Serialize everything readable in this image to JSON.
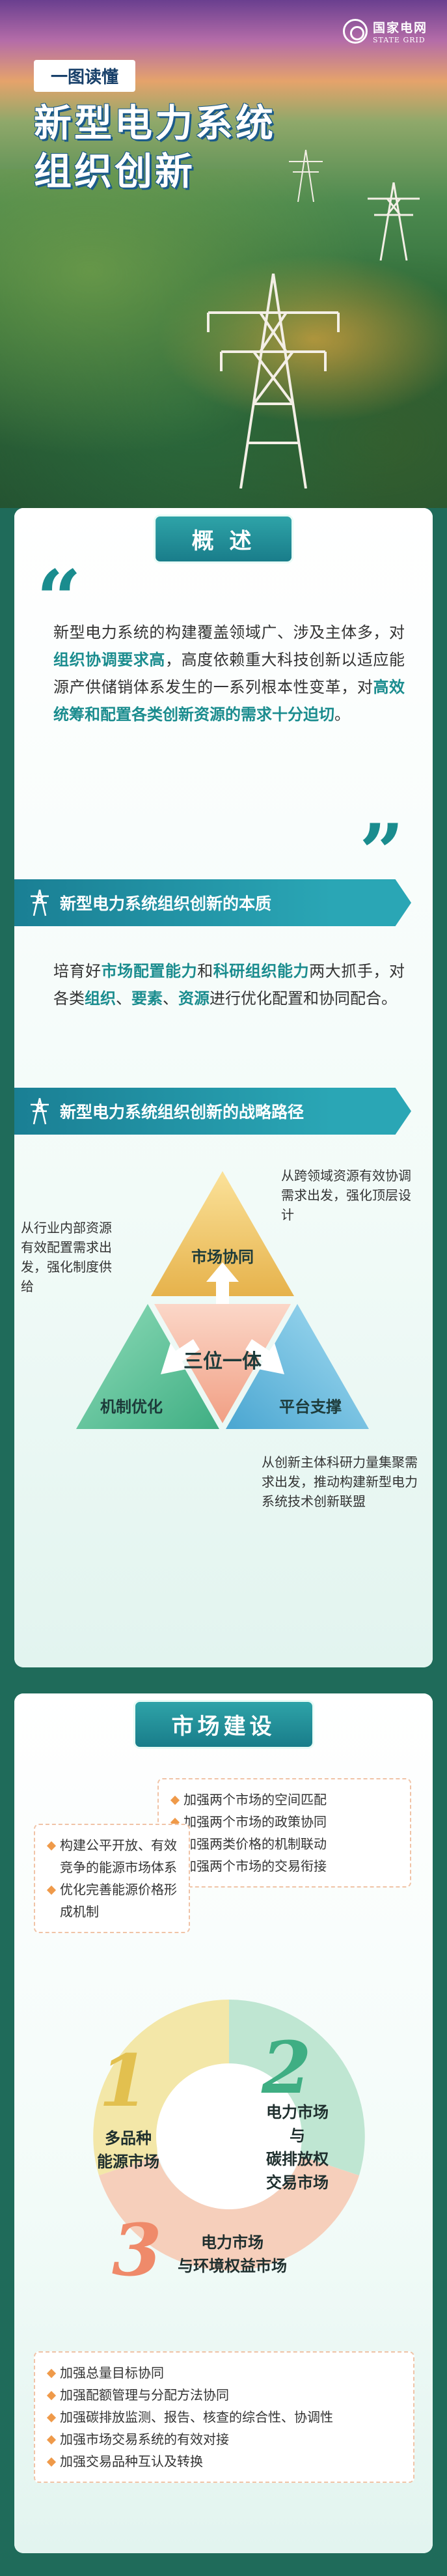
{
  "header": {
    "logo_cn": "国家电网",
    "logo_en": "STATE GRID",
    "tag": "一图读懂",
    "title_line1": "新型电力系统",
    "title_line2": "组织创新"
  },
  "overview": {
    "section_title": "概 述",
    "para_parts": [
      "新型电力系统的构建覆盖领域广、涉及主体多，对",
      "组织协调要求高",
      "，高度依赖重大科技创新以适应能源产供储销体系发生的一系列根本性变革，对",
      "高效统筹和配置各类创新资源的需求十分迫切",
      "。"
    ],
    "essence_banner": "新型电力系统组织创新的本质",
    "essence_parts": [
      "培育好",
      "市场配置能力",
      "和",
      "科研组织能力",
      "两大抓手，对各类",
      "组织",
      "、",
      "要素",
      "、",
      "资源",
      "进行优化配置和协同配合。"
    ],
    "path_banner": "新型电力系统组织创新的战略路径",
    "triad": {
      "center": "三位一体",
      "top": "市场协同",
      "left": "机制优化",
      "right": "平台支撑",
      "note_top": "从跨领域资源有效协调需求出发，强化顶层设计",
      "note_left": "从行业内部资源有效配置需求出发，强化制度供给",
      "note_right": "从创新主体科研力量集聚需求出发，推动构建新型电力系统技术创新联盟"
    }
  },
  "market": {
    "section_title": "市场建设",
    "box_left": [
      "构建公平开放、有效竞争的能源市场体系",
      "优化完善能源价格形成机制"
    ],
    "box_right": [
      "加强两个市场的空间匹配",
      "加强两个市场的政策协同",
      "加强两类价格的机制联动",
      "加强两个市场的交易衔接"
    ],
    "ring": {
      "n1": "1",
      "l1": "多品种\n能源市场",
      "n2": "2",
      "l2": "电力市场\n与\n碳排放权\n交易市场",
      "n3": "3",
      "l3": "电力市场\n与环境权益市场"
    },
    "box_bottom": [
      "加强总量目标协同",
      "加强配额管理与分配方法协同",
      "加强碳排放监测、报告、核查的综合性、协调性",
      "加强市场交易系统的有效对接",
      "加强交易品种互认及转换"
    ]
  },
  "colors": {
    "accent": "#1a8c8e",
    "teal": "#2aa6b5",
    "orange": "#ef9a4a"
  }
}
